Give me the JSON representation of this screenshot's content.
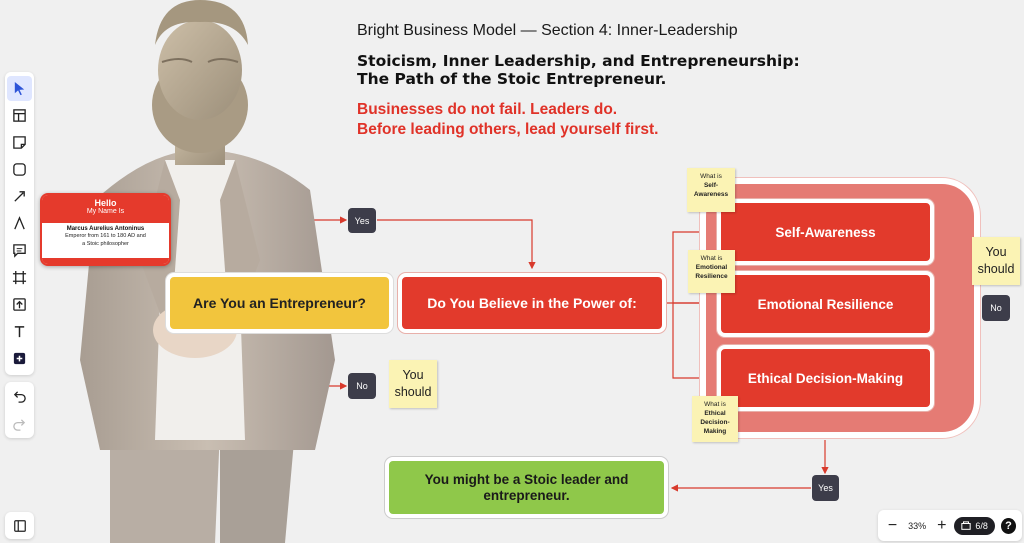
{
  "header": {
    "section_title": "Bright Business Model — Section 4: Inner-Leadership",
    "main_title_line1": "Stoicism, Inner Leadership, and Entrepreneurship:",
    "main_title_line2": "The Path of the Stoic Entrepreneur.",
    "tagline_line1": "Businesses do not fail. Leaders do.",
    "tagline_line2": "Before leading others, lead yourself first."
  },
  "nametag": {
    "hello": "Hello",
    "my_name_is": "My Name Is",
    "name": "Marcus Aurelius Antoninus",
    "desc_line1": "Emperor from 161 to 180 AD and",
    "desc_line2": "a Stoic philosopher"
  },
  "flow": {
    "question": "Are You an Entrepreneur?",
    "believe": "Do You Believe in the Power of:",
    "traits": [
      "Self-Awareness",
      "Emotional Resilience",
      "Ethical Decision-Making"
    ],
    "result": "You might be a Stoic leader and entrepreneur.",
    "yes_label": "Yes",
    "no_label": "No"
  },
  "stickies": {
    "you_should_line1": "You",
    "you_should_line2": "should",
    "what_is": "What is",
    "note1": [
      "Self-",
      "Awareness"
    ],
    "note2": [
      "Emotional",
      "Resilience"
    ],
    "note3": [
      "Ethical",
      "Decision-",
      "Making"
    ]
  },
  "bottom_bar": {
    "zoom": "33%",
    "page": "6/8",
    "minus": "−",
    "plus": "+",
    "help": "?"
  },
  "colors": {
    "red": "#e23a2c",
    "yellow": "#f2c53d",
    "green": "#8fc84a",
    "traits_bg": "#e57b74",
    "sticky": "#fbf3b4",
    "badge": "#3d3d4a",
    "accent": "#dfe6ff"
  },
  "icons": {
    "toolbar": [
      "select-arrow-icon",
      "template-icon",
      "sticky-note-icon",
      "shape-icon",
      "connector-arrow-icon",
      "pen-icon",
      "comment-icon",
      "frame-icon",
      "upload-icon",
      "text-icon",
      "more-tools-icon"
    ],
    "undo": "undo-icon",
    "redo": "redo-icon",
    "panel": "sidebar-panel-icon",
    "page": "slides-icon"
  }
}
